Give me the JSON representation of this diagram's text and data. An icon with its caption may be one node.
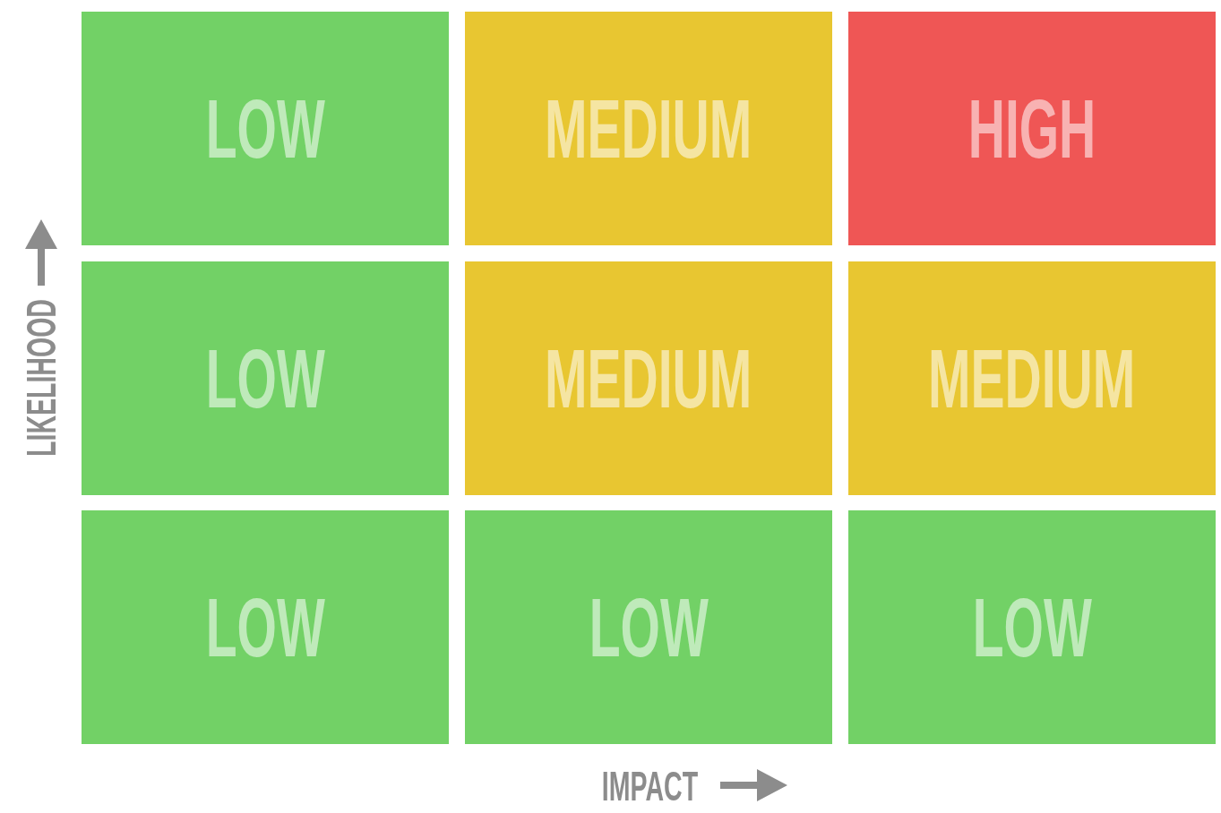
{
  "diagram": {
    "nodes": [
      {
        "text": [
          "LOW"
        ]
      },
      {
        "text": [
          "MEDIUM"
        ]
      },
      {
        "text": [
          "HIGH"
        ]
      },
      {
        "text": [
          "LOW"
        ]
      },
      {
        "text": [
          "MEDIUM"
        ]
      },
      {
        "text": [
          "MEDIUM"
        ]
      },
      {
        "text": [
          "LOW"
        ]
      },
      {
        "text": [
          "LOW"
        ]
      },
      {
        "text": [
          "LOW"
        ]
      }
    ],
    "labels": [
      "LIKELIHOOD",
      "IMPACT"
    ]
  }
}
